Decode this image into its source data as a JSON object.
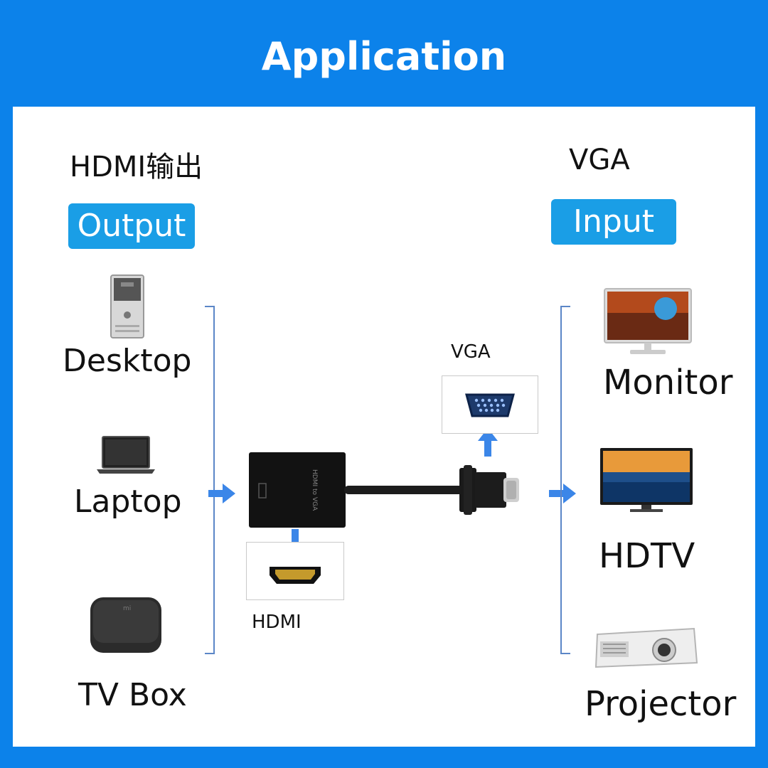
{
  "header": {
    "title": "Application"
  },
  "output": {
    "heading": "HDMI输出",
    "badge": "Output"
  },
  "input": {
    "heading": "VGA",
    "badge": "Input"
  },
  "sources": [
    {
      "label": "Desktop",
      "icon": "desktop-tower-icon"
    },
    {
      "label": "Laptop",
      "icon": "laptop-icon"
    },
    {
      "label": "TV Box",
      "icon": "tv-box-icon"
    }
  ],
  "displays": [
    {
      "label": "Monitor",
      "icon": "monitor-icon"
    },
    {
      "label": "HDTV",
      "icon": "hdtv-icon"
    },
    {
      "label": "Projector",
      "icon": "projector-icon"
    }
  ],
  "ports": {
    "vga_label": "VGA",
    "hdmi_label": "HDMI"
  },
  "colors": {
    "banner": "#0c82ea",
    "badge": "#1a9ee6",
    "arrow": "#3b86e8",
    "bracket": "#5b86c7"
  }
}
